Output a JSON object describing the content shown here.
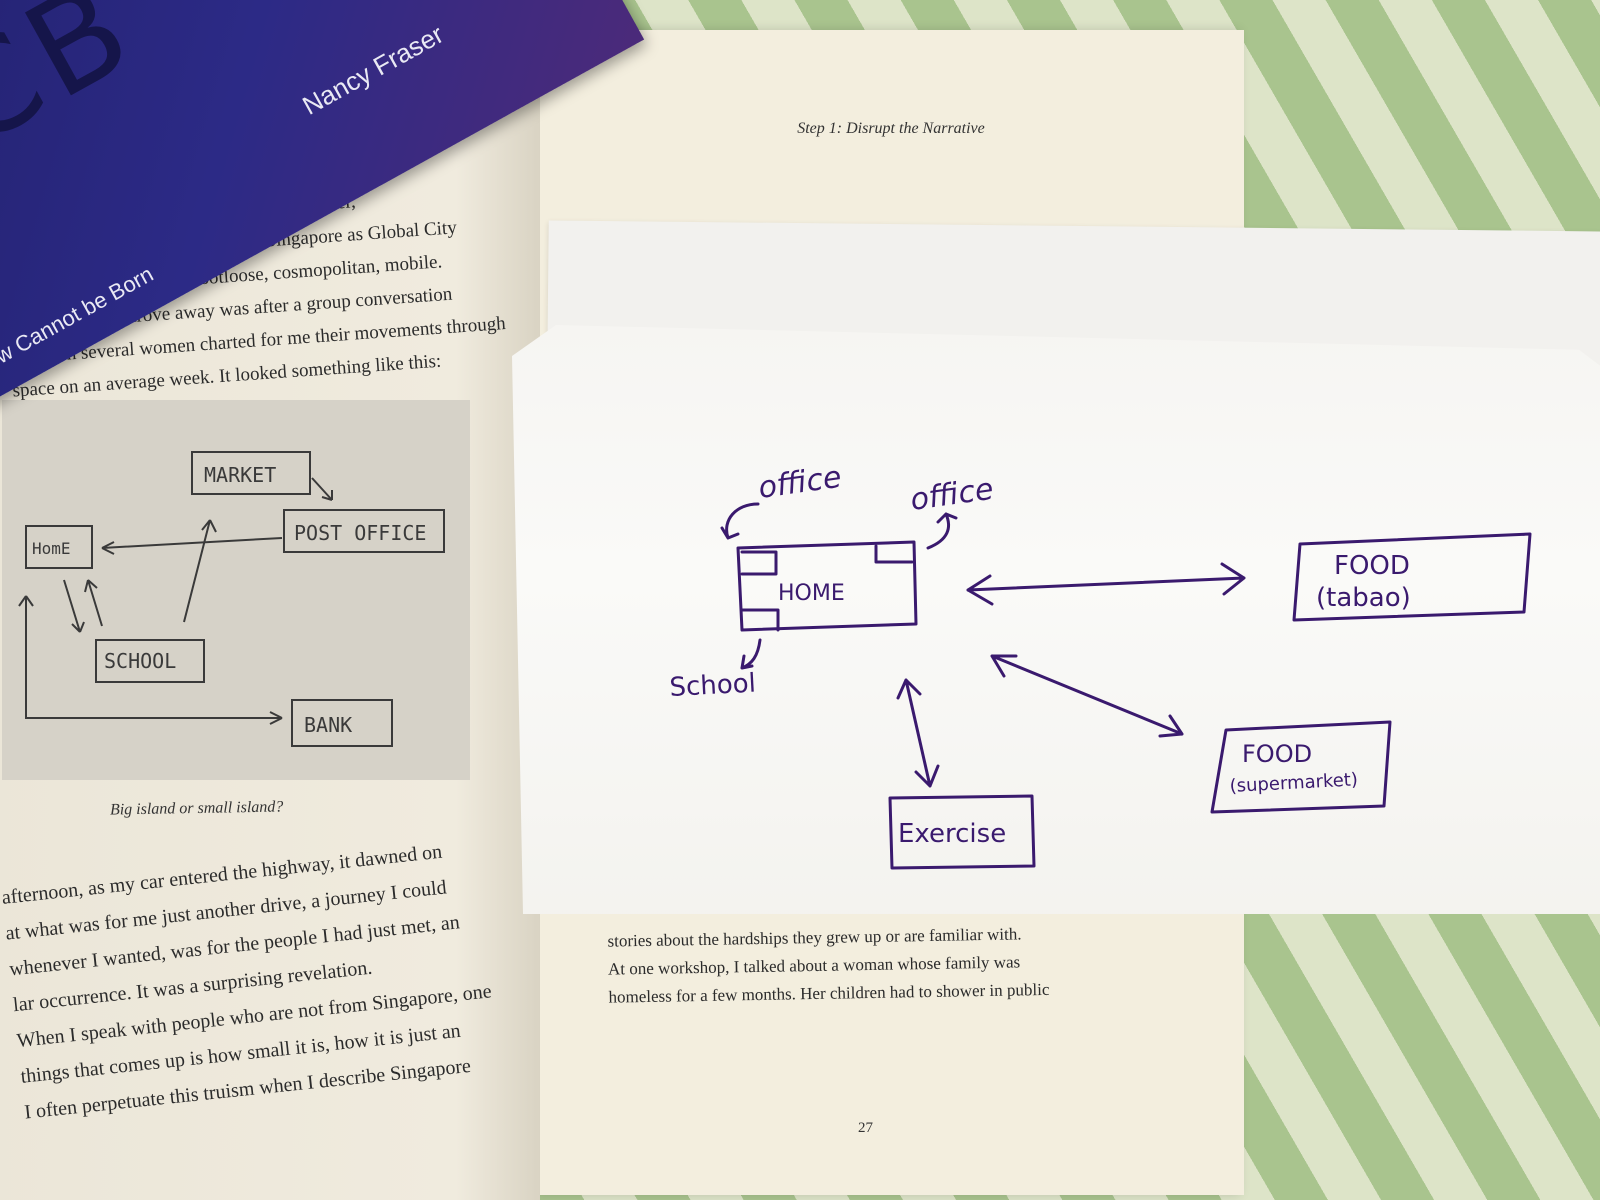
{
  "blue_book": {
    "cover_letters": "CB",
    "author": "Nancy Fraser",
    "title_fragment": "w Cannot be Born"
  },
  "left_page": {
    "top_lines": [
      "aurant, and be greeted as a potential consumer,",
      "a reality that fits into the image of Singapore as Global City",
      "and I its global citizen—footloose, cosmopolitan, mobile.",
      "The first time I drove away was after a group conversation",
      "in which several women charted for me their movements through",
      "space on an average week. It looked something like this:"
    ],
    "figure": {
      "boxes": [
        "MARKET",
        "POST OFFICE",
        "HomE",
        "SCHOOL",
        "BANK"
      ]
    },
    "caption": "Big island or small island?",
    "bottom_lines": [
      "afternoon, as my car entered the highway, it dawned on",
      "at what was for me just another drive, a journey I could",
      "whenever I wanted, was for the people I had just met, an",
      "lar occurrence. It was a surprising revelation.",
      "When I speak with people who are not from Singapore, one",
      "things that comes up is how small it is, how it is just an",
      "I often perpetuate this truism when I describe Singapore"
    ]
  },
  "right_page": {
    "running_head": "Step 1: Disrupt the Narrative",
    "lines": [
      "stories about the hardships they grew up or are familiar with.",
      "At one workshop, I talked about a woman whose family was",
      "homeless for a few months. Her children had to shower in public"
    ],
    "page_number": "27"
  },
  "handwritten_sheet": {
    "labels": {
      "office_left": "office",
      "office_right": "office",
      "home": "HOME",
      "school": "School",
      "food_tabao_1": "FOOD",
      "food_tabao_2": "(tabao)",
      "food_super_1": "FOOD",
      "food_super_2": "(supermarket)",
      "exercise": "Exercise"
    },
    "ink_color": "#3a1a6e"
  }
}
